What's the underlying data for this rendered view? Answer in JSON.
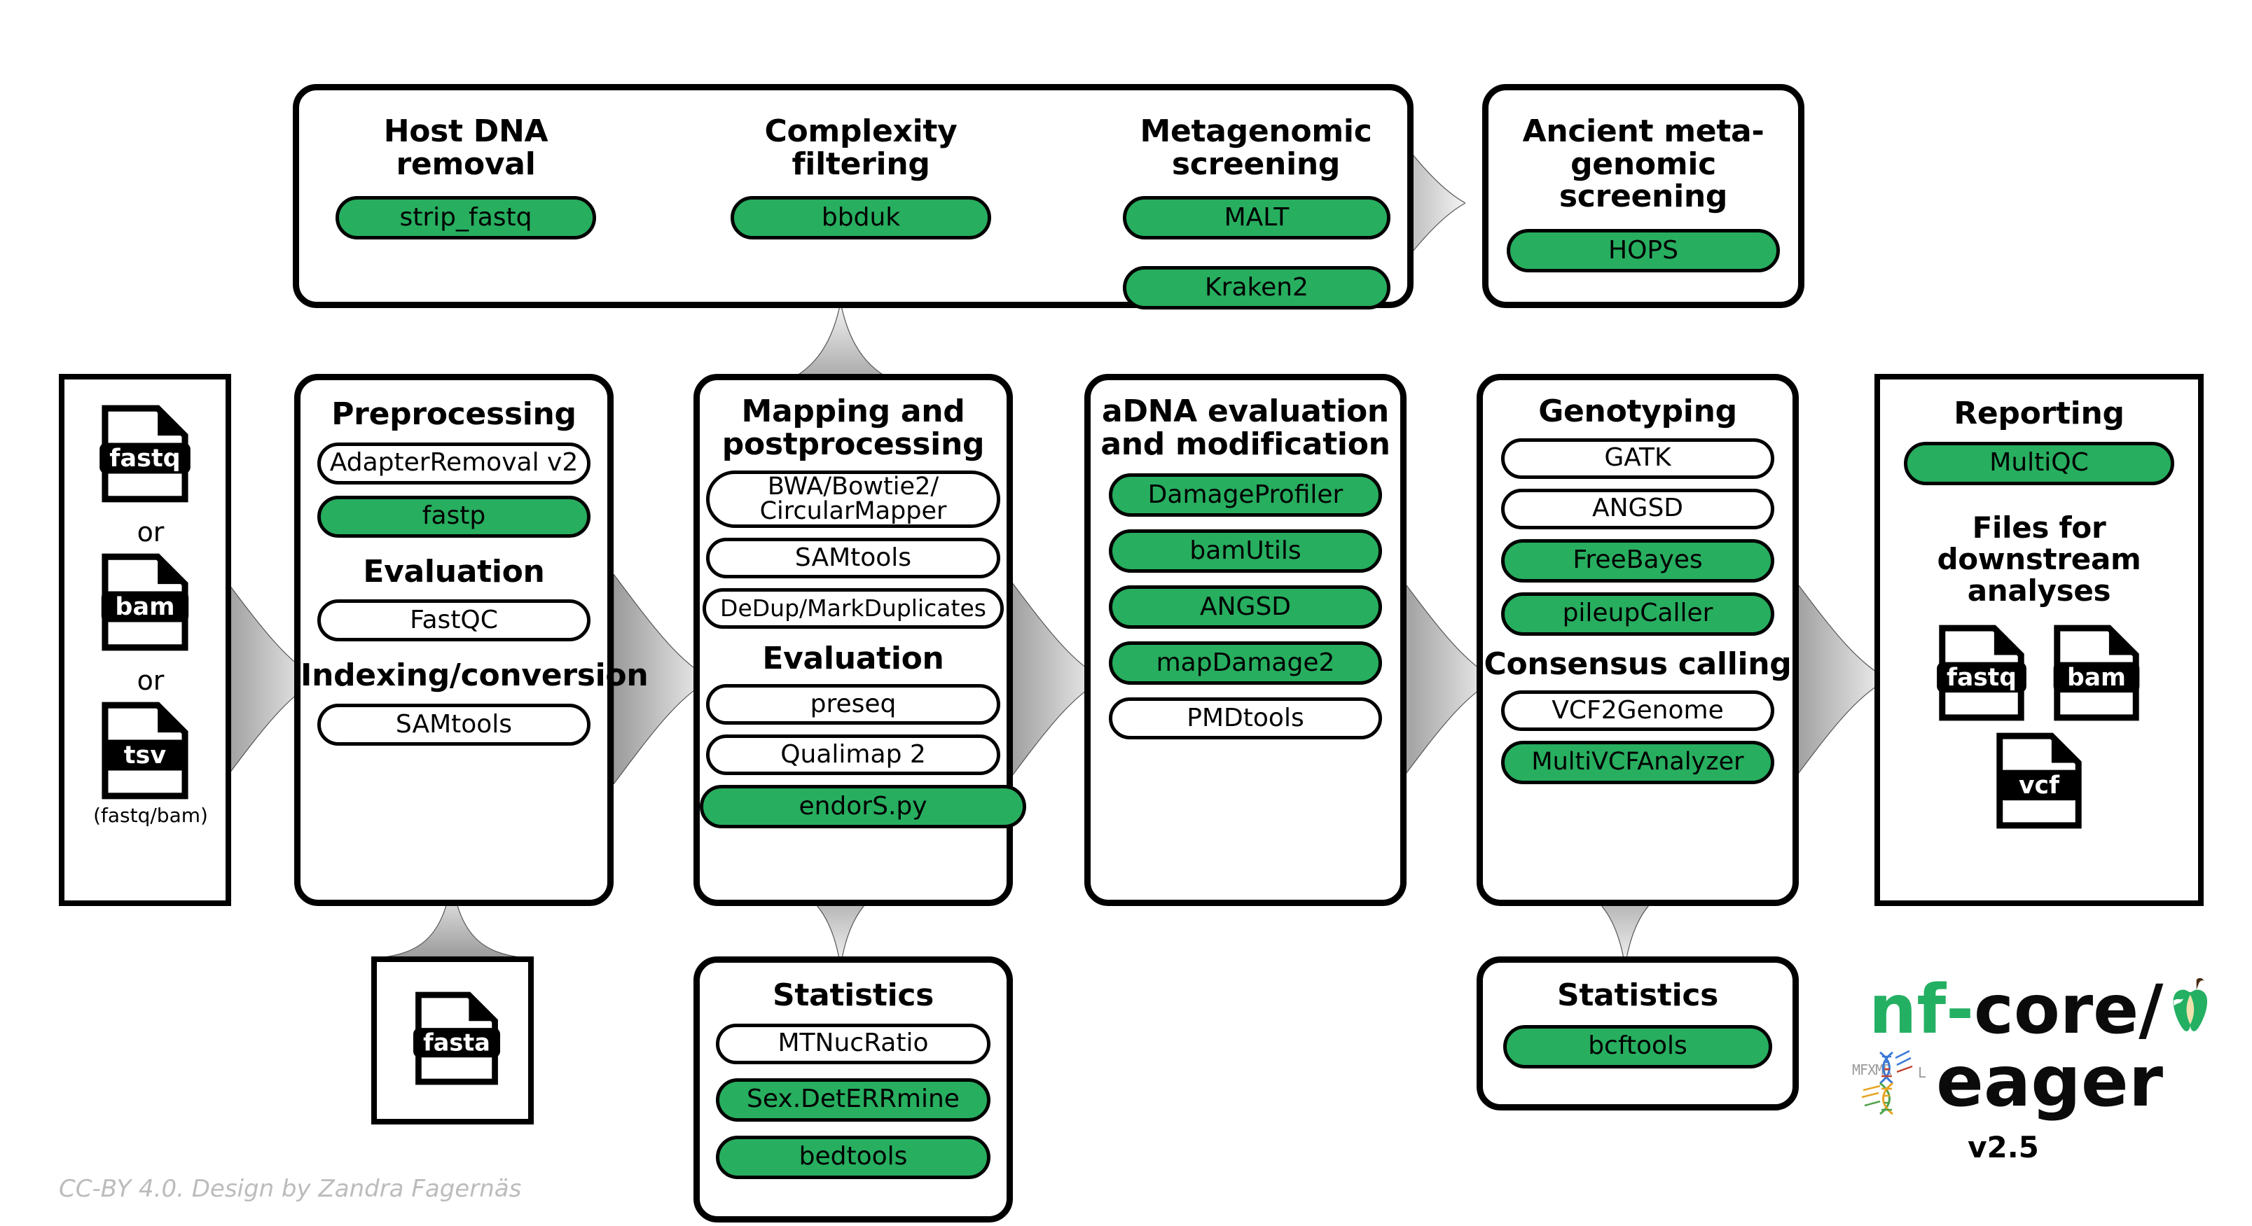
{
  "diagram": {
    "title": "nf-core/eager pipeline overview",
    "accent_green": "#27ae5f",
    "outline_black": "#000000",
    "arrow_gray": "#a8a8a8"
  },
  "input_panel": {
    "name": "input-files",
    "files": [
      {
        "label": "fastq",
        "icon": "file-icon"
      },
      {
        "label": "bam",
        "icon": "file-icon"
      },
      {
        "label": "tsv",
        "icon": "file-icon"
      }
    ],
    "or1": "or",
    "or2": "or",
    "note": "(fastq/bam)"
  },
  "screening_panel": {
    "name": "screening",
    "columns": [
      {
        "title": "Host DNA\nremoval",
        "title_lines": [
          "Host DNA",
          "removal"
        ],
        "tools": [
          {
            "label": "strip_fastq",
            "highlighted": true
          }
        ]
      },
      {
        "title_lines": [
          "Complexity",
          "filtering"
        ],
        "tools": [
          {
            "label": "bbduk",
            "highlighted": true
          }
        ]
      },
      {
        "title_lines": [
          "Metagenomic",
          "screening"
        ],
        "tools": [
          {
            "label": "MALT",
            "highlighted": true
          },
          {
            "label": "Kraken2",
            "highlighted": true
          }
        ]
      }
    ]
  },
  "ancient_panel": {
    "name": "ancient-metagenomic-screening",
    "title_lines": [
      "Ancient meta-",
      "genomic screening"
    ],
    "tools": [
      {
        "label": "HOPS",
        "highlighted": true
      }
    ]
  },
  "preprocessing_panel": {
    "name": "preprocessing",
    "title_lines": [
      "Preprocessing"
    ],
    "groups": [
      {
        "heading": null,
        "tools": [
          {
            "label": "AdapterRemoval v2",
            "highlighted": false
          },
          {
            "label": "fastp",
            "highlighted": true
          }
        ]
      },
      {
        "heading": "Evaluation",
        "tools": [
          {
            "label": "FastQC",
            "highlighted": false
          }
        ]
      },
      {
        "heading": "Indexing/conversion",
        "tools": [
          {
            "label": "SAMtools",
            "highlighted": false
          }
        ]
      }
    ]
  },
  "mapping_panel": {
    "name": "mapping-and-postprocessing",
    "title_lines": [
      "Mapping and",
      "postprocessing"
    ],
    "groups": [
      {
        "heading": null,
        "tools": [
          {
            "label": "BWA/Bowtie2/\nCircularMapper",
            "label_lines": [
              "BWA/Bowtie2/",
              "CircularMapper"
            ],
            "highlighted": false
          },
          {
            "label": "SAMtools",
            "highlighted": false
          },
          {
            "label": "DeDup/MarkDuplicates",
            "highlighted": false
          }
        ]
      },
      {
        "heading": "Evaluation",
        "tools": [
          {
            "label": "preseq",
            "highlighted": false
          },
          {
            "label": "Qualimap 2",
            "highlighted": false
          },
          {
            "label": "endorS.py",
            "highlighted": true
          }
        ]
      }
    ]
  },
  "adna_panel": {
    "name": "adna-evaluation-and-modification",
    "title_lines": [
      "aDNA evaluation",
      "and modification"
    ],
    "tools": [
      {
        "label": "DamageProfiler",
        "highlighted": true
      },
      {
        "label": "bamUtils",
        "highlighted": true
      },
      {
        "label": "ANGSD",
        "highlighted": true
      },
      {
        "label": "mapDamage2",
        "highlighted": true
      },
      {
        "label": "PMDtools",
        "highlighted": false
      }
    ]
  },
  "genotyping_panel": {
    "name": "genotyping",
    "title_lines": [
      "Genotyping"
    ],
    "groups": [
      {
        "heading": null,
        "tools": [
          {
            "label": "GATK",
            "highlighted": false
          },
          {
            "label": "ANGSD",
            "highlighted": false
          },
          {
            "label": "FreeBayes",
            "highlighted": true
          },
          {
            "label": "pileupCaller",
            "highlighted": true
          }
        ]
      },
      {
        "heading": "Consensus calling",
        "tools": [
          {
            "label": "VCF2Genome",
            "highlighted": false
          },
          {
            "label": "MultiVCFAnalyzer",
            "highlighted": true
          }
        ]
      }
    ]
  },
  "reporting_panel": {
    "name": "reporting",
    "title_lines": [
      "Reporting"
    ],
    "tools": [
      {
        "label": "MultiQC",
        "highlighted": true
      }
    ],
    "subheading_lines": [
      "Files for downstream",
      "analyses"
    ],
    "files": [
      {
        "label": "fastq"
      },
      {
        "label": "bam"
      },
      {
        "label": "vcf"
      }
    ]
  },
  "reference_panel": {
    "name": "reference-fasta",
    "files": [
      {
        "label": "fasta"
      }
    ]
  },
  "stats_left_panel": {
    "name": "statistics-mapping",
    "title_lines": [
      "Statistics"
    ],
    "tools": [
      {
        "label": "MTNucRatio",
        "highlighted": false
      },
      {
        "label": "Sex.DetERRmine",
        "highlighted": true
      },
      {
        "label": "bedtools",
        "highlighted": true
      }
    ]
  },
  "stats_right_panel": {
    "name": "statistics-genotyping",
    "title_lines": [
      "Statistics"
    ],
    "tools": [
      {
        "label": "bcftools",
        "highlighted": true
      }
    ]
  },
  "logo": {
    "nf": "nf",
    "dash": "-",
    "core": "core/",
    "eager": "eager",
    "version": "v2.5",
    "apple_icon": "apple-core-icon",
    "dna_icon": "dna-helix-icon"
  },
  "footer": {
    "credit": "CC-BY 4.0. Design by Zandra Fagernäs"
  }
}
